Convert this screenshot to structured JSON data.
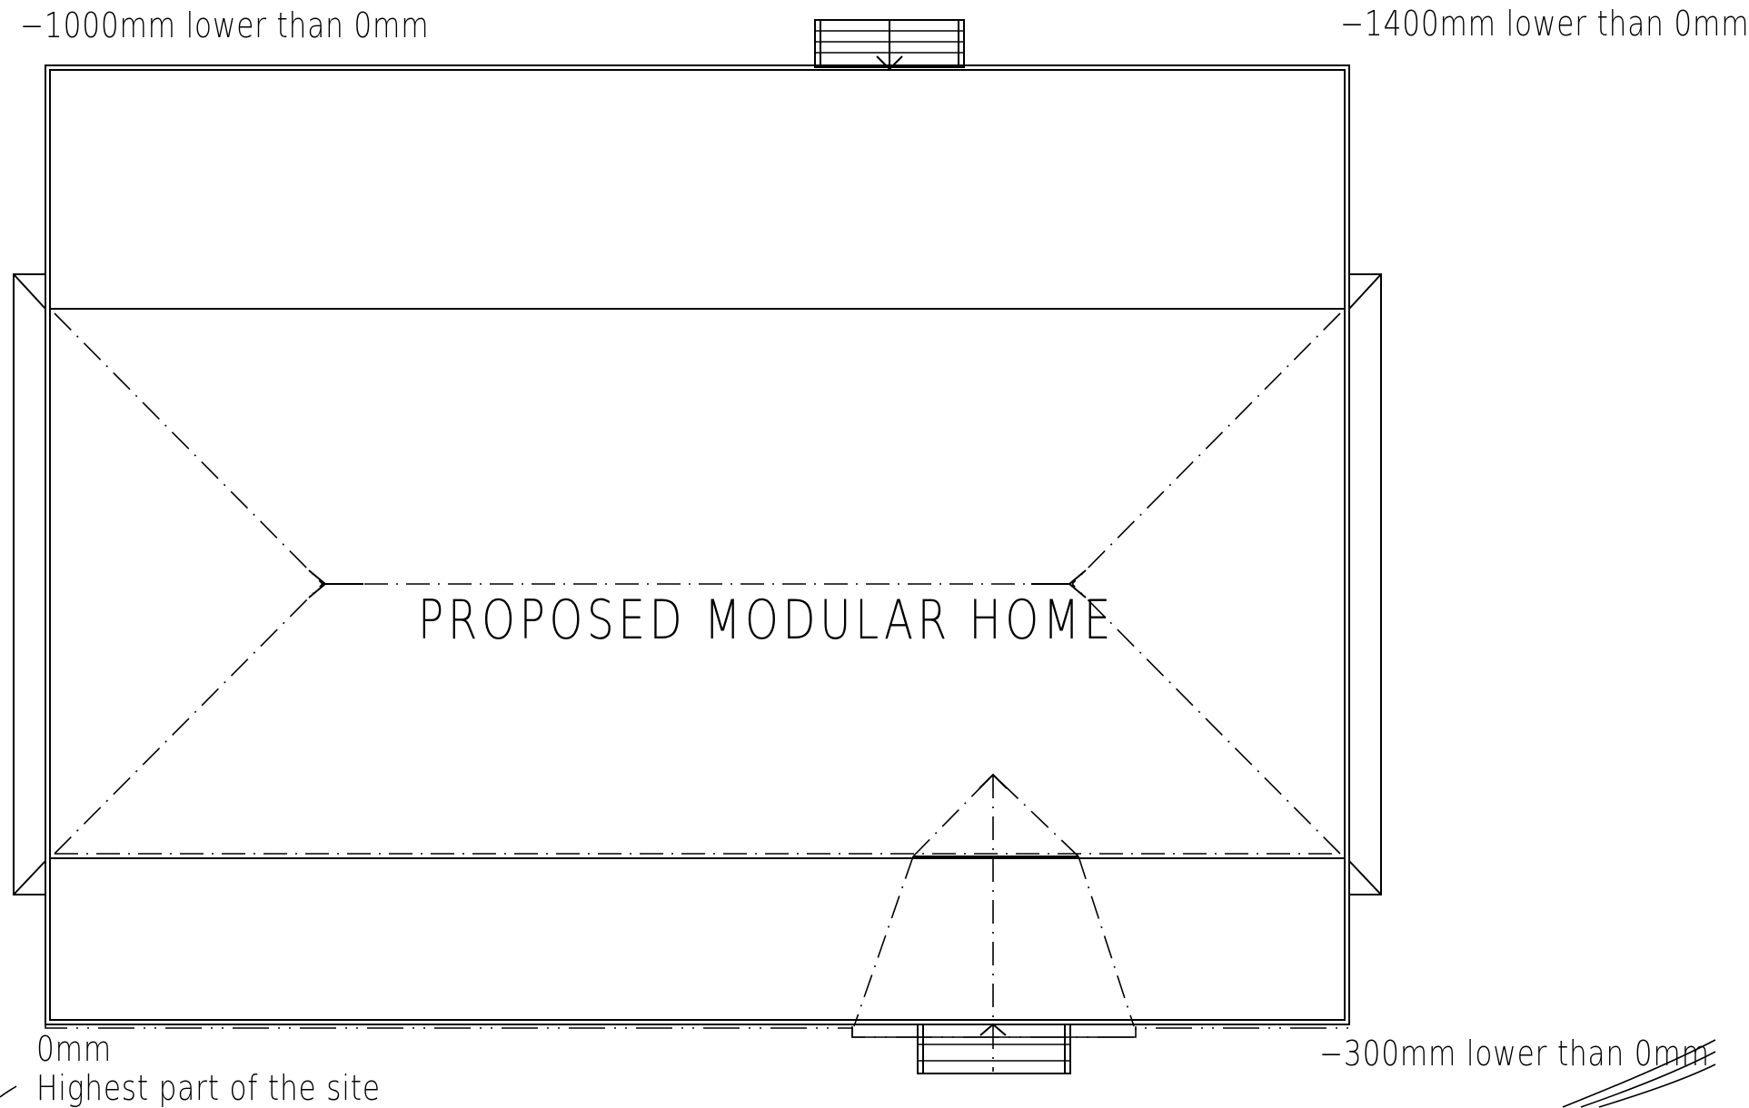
{
  "labels": {
    "top_left": "−1000mm lower than 0mm",
    "top_right": "−1400mm lower than 0mm",
    "bottom_left_value": "0mm",
    "bottom_left_note": "Highest part of the site",
    "bottom_right": "−300mm lower than 0mm",
    "house_title": "PROPOSED MODULAR HOME"
  }
}
